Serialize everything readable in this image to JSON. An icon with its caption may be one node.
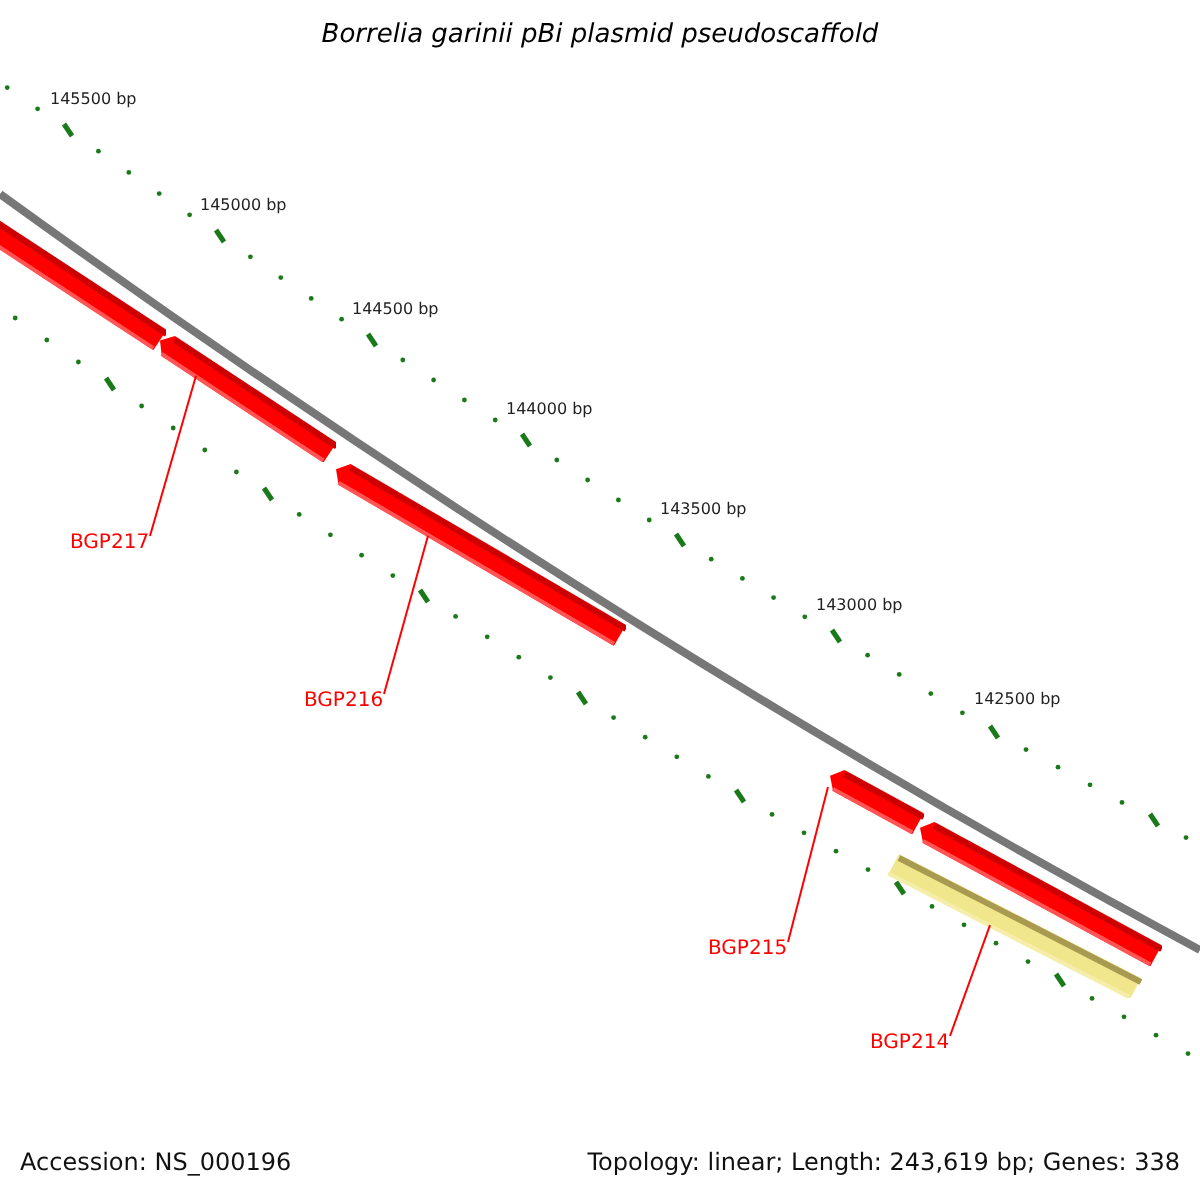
{
  "diagram": {
    "title": "Borrelia garinii pBi plasmid pseudoscaffold",
    "nodes": [
      {
        "text": [],
        "shape": "bar"
      },
      {
        "text": [],
        "shape": "bar"
      },
      {
        "text": [],
        "shape": "bar"
      },
      {
        "text": [],
        "shape": "bar"
      },
      {
        "text": [],
        "shape": "bar"
      },
      {
        "text": [],
        "shape": "bar"
      },
      {
        "text": [
          "BGP217"
        ]
      },
      {
        "text": [
          "BGP216"
        ]
      },
      {
        "text": [
          "BGP215"
        ]
      },
      {
        "text": [
          "BGP214"
        ]
      }
    ],
    "edges": [
      {
        "from": 6,
        "to": 1,
        "arrow": "none"
      },
      {
        "from": 7,
        "to": 2,
        "arrow": "none"
      },
      {
        "from": 8,
        "to": 3,
        "arrow": "none"
      },
      {
        "from": 9,
        "to": 5,
        "arrow": "none"
      }
    ],
    "labels": [
      "145500 bp",
      "145000 bp",
      "144500 bp",
      "144000 bp",
      "143500 bp",
      "143000 bp",
      "142500 bp",
      "Accession: NS_000196",
      "Topology: linear; Length: 243,619 bp; Genes: 338"
    ]
  }
}
